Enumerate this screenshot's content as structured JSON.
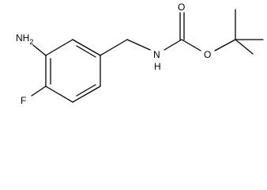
{
  "molecule": {
    "atoms": {
      "amine": "NH2",
      "amine_main": "NH",
      "amine_sub": "2",
      "fluorine": "F",
      "carbamate_n": "N",
      "carbamate_h": "H",
      "carbonyl_o": "O",
      "ester_o": "O"
    },
    "colors": {
      "bond": "#000000",
      "label": "#000000",
      "background": "#ffffff"
    }
  }
}
